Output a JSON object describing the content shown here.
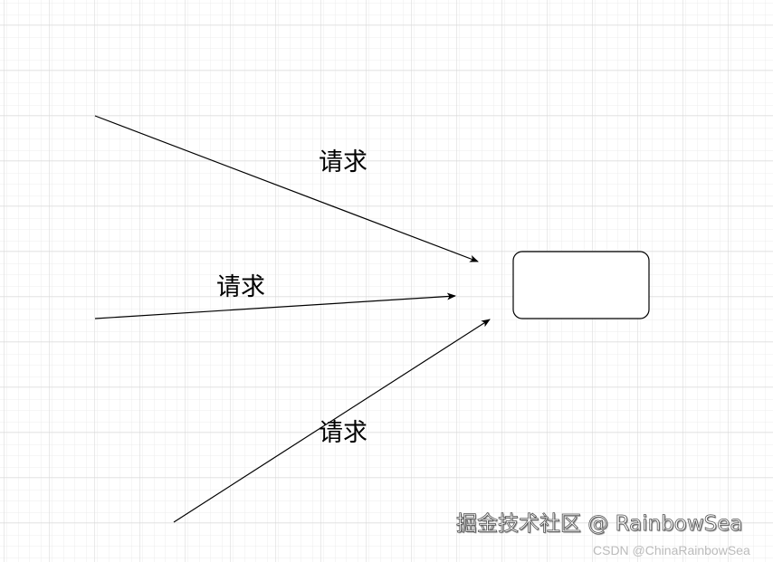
{
  "diagram": {
    "nodes": [
      {
        "id": "server",
        "label": ""
      }
    ],
    "edges": [
      {
        "label": "请求",
        "target": "server"
      },
      {
        "label": "请求",
        "target": "server"
      },
      {
        "label": "请求",
        "target": "server"
      }
    ],
    "grid": true
  },
  "watermark": {
    "primary": "掘金技术社区 @ RainbowSea",
    "secondary": "CSDN @ChinaRainbowSea"
  }
}
